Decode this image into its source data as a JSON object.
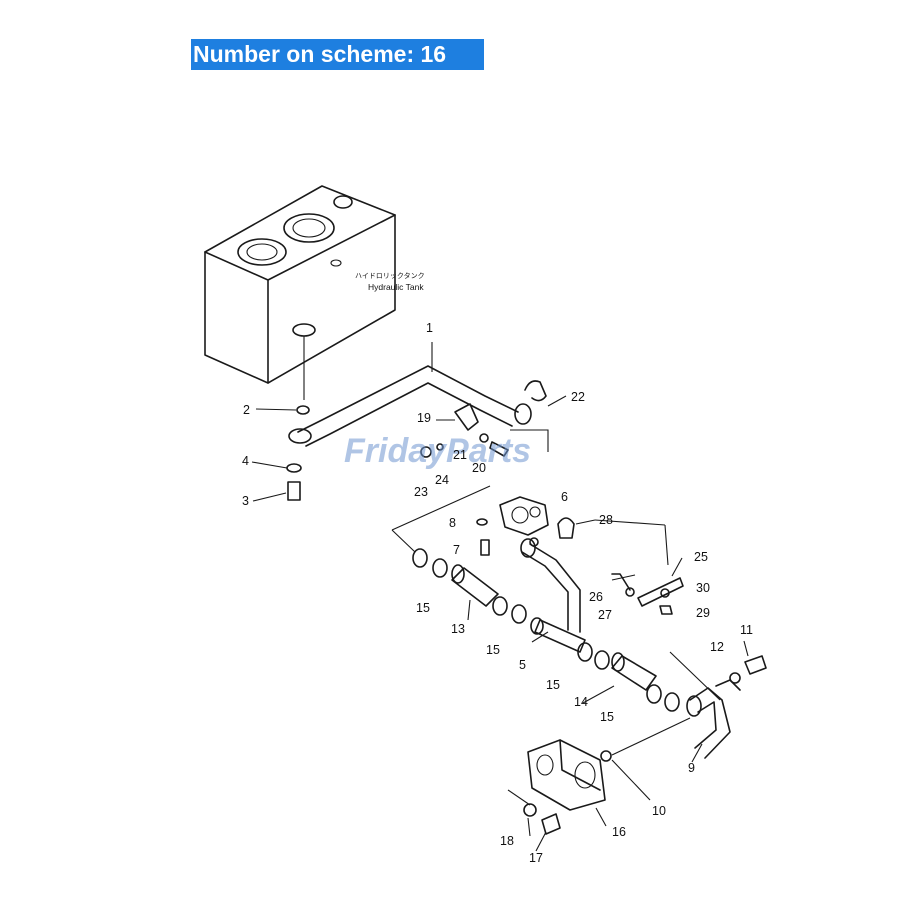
{
  "header": {
    "banner": "Number on scheme: 16"
  },
  "tank": {
    "label_jp": "ハイドロリックタンク",
    "label_en": "Hydraulic Tank"
  },
  "watermark": {
    "text": "FridayParts"
  },
  "callouts": [
    {
      "n": "1"
    },
    {
      "n": "2"
    },
    {
      "n": "3"
    },
    {
      "n": "4"
    },
    {
      "n": "5"
    },
    {
      "n": "6"
    },
    {
      "n": "7"
    },
    {
      "n": "8"
    },
    {
      "n": "9"
    },
    {
      "n": "10"
    },
    {
      "n": "11"
    },
    {
      "n": "12"
    },
    {
      "n": "13"
    },
    {
      "n": "14"
    },
    {
      "n": "15"
    },
    {
      "n": "15"
    },
    {
      "n": "15"
    },
    {
      "n": "15"
    },
    {
      "n": "16"
    },
    {
      "n": "17"
    },
    {
      "n": "18"
    },
    {
      "n": "19"
    },
    {
      "n": "20"
    },
    {
      "n": "21"
    },
    {
      "n": "22"
    },
    {
      "n": "23"
    },
    {
      "n": "24"
    },
    {
      "n": "25"
    },
    {
      "n": "26"
    },
    {
      "n": "27"
    },
    {
      "n": "28"
    },
    {
      "n": "29"
    },
    {
      "n": "30"
    }
  ]
}
